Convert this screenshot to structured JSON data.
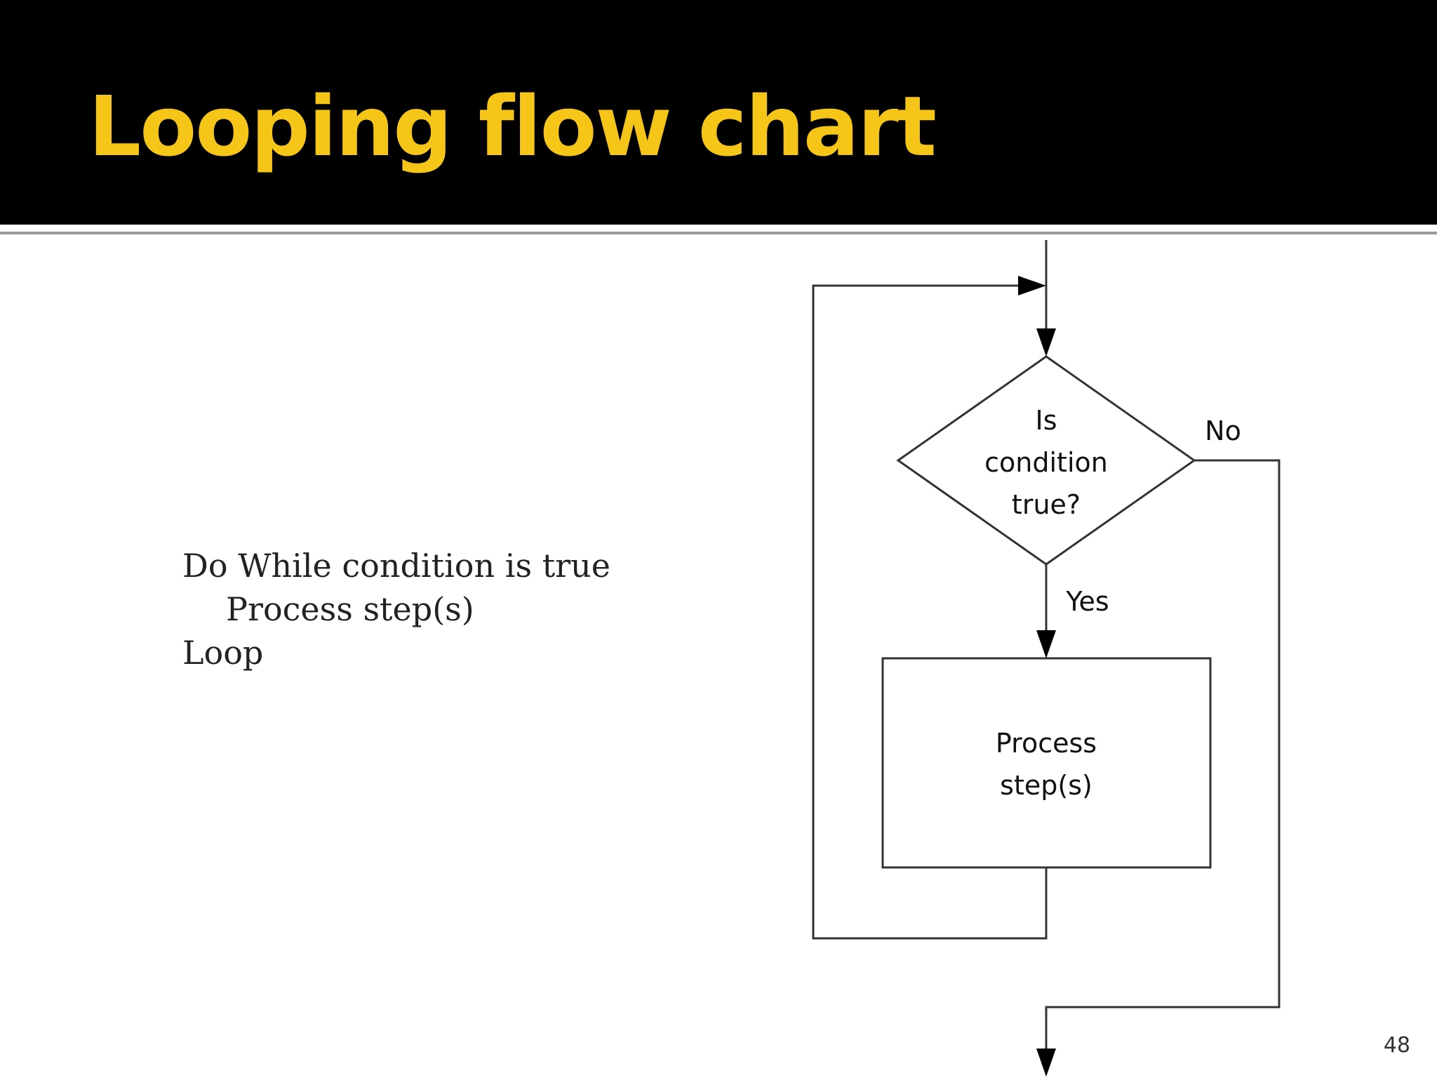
{
  "slide": {
    "title": "Looping flow chart",
    "title_color": "#f5c518",
    "page_number": "48"
  },
  "pseudocode": {
    "lines": [
      "Do While condition is true",
      "Process step(s)",
      "Loop"
    ]
  },
  "flowchart": {
    "decision": {
      "lines": [
        "Is",
        "condition",
        "true?"
      ]
    },
    "process": {
      "lines": [
        "Process",
        "step(s)"
      ]
    },
    "labels": {
      "yes": "Yes",
      "no": "No"
    }
  }
}
